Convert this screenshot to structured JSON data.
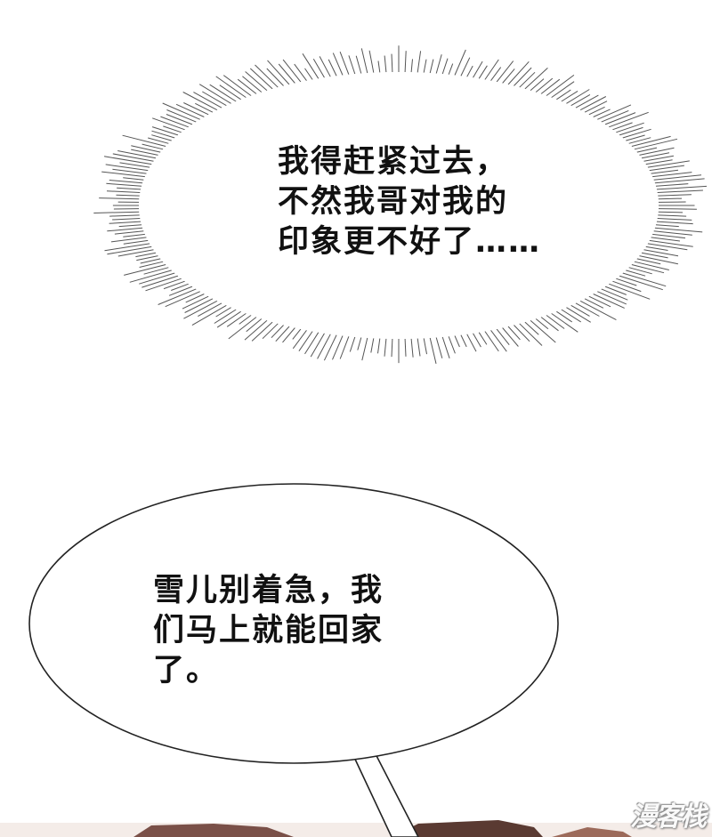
{
  "thought_bubble": {
    "lines": [
      "我得赶紧过去，",
      "不然我哥对我的",
      "印象更不好了……"
    ]
  },
  "speech_bubble": {
    "lines": [
      "雪儿别着急，我",
      "们马上就能回家",
      "了。"
    ]
  },
  "watermark": {
    "text": "漫客栈"
  },
  "colors": {
    "background": "#ffffff",
    "ink": "#111111",
    "artwork_bottom": "#5a3a32"
  }
}
